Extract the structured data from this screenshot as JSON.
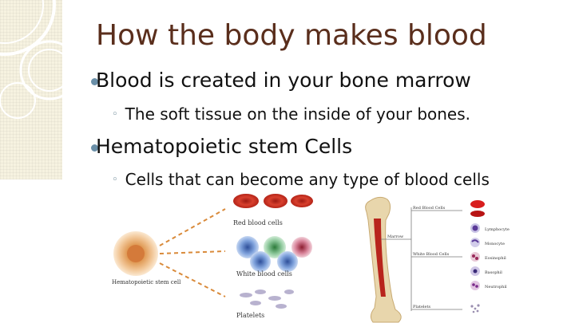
{
  "slide": {
    "title": "How the body makes blood",
    "bullets": [
      {
        "text": "Blood is created in your bone marrow",
        "sub": "The soft tissue on the inside of your bones."
      },
      {
        "text": "Hematopoietic stem Cells",
        "sub": "Cells that can become any type of blood cells"
      }
    ]
  },
  "figure_left": {
    "stem_cell": "Hematopoietic stem cell",
    "red": "Red blood cells",
    "white": "White blood cells",
    "platelets": "Platelets"
  },
  "figure_right": {
    "red": "Red Blood Cells",
    "marrow": "Marrow",
    "white": "White Blood Cells",
    "platelets": "Platelets",
    "lymphocyte": "Lymphocyte",
    "monocyte": "Monocyte",
    "eosinophil": "Eosinophil",
    "basophil": "Basophil",
    "neutrophil": "Neutrophil"
  },
  "colors": {
    "title": "#5a2e1c",
    "bullet": "#6a8fa8",
    "panel": "#f6f2e0"
  }
}
